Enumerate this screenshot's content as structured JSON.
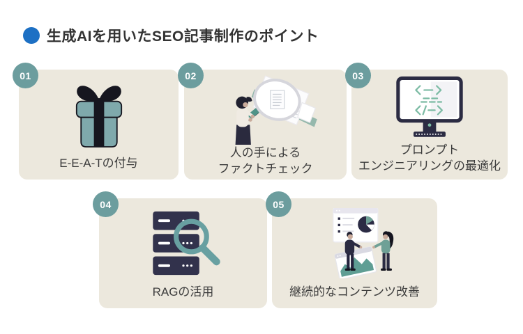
{
  "header": {
    "title": "生成AIを用いたSEO記事制作のポイント",
    "bullet_color": "#1d70c4"
  },
  "colors": {
    "page_bg": "#ffffff",
    "card_bg": "#ece8dd",
    "badge_bg": "#6c9d9e",
    "badge_text": "#ffffff",
    "title_text": "#323232",
    "label_text": "#3c3c3c",
    "navy": "#2b2b42",
    "teal": "#7fa9ac",
    "accent_green": "#5f9e94"
  },
  "cards": [
    {
      "number": "01",
      "icon": "gift-icon",
      "lines": [
        "E-E-A-Tの付与"
      ]
    },
    {
      "number": "02",
      "icon": "fact-check-illustration",
      "lines": [
        "人の手による",
        "ファクトチェック"
      ]
    },
    {
      "number": "03",
      "icon": "monitor-code-icon",
      "lines": [
        "プロンプト",
        "エンジニアリングの最適化"
      ]
    },
    {
      "number": "04",
      "icon": "server-search-icon",
      "lines": [
        "RAGの活用"
      ]
    },
    {
      "number": "05",
      "icon": "analytics-team-illustration",
      "lines": [
        "継続的なコンテンツ改善"
      ]
    }
  ]
}
